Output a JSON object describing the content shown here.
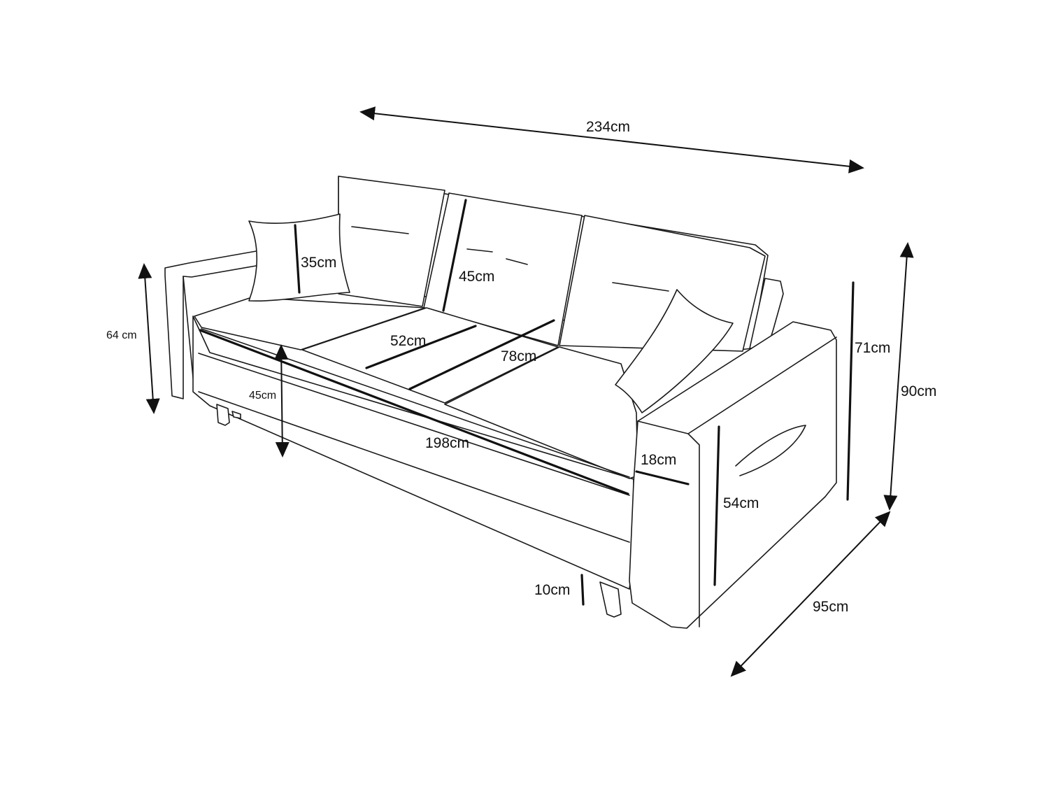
{
  "diagram": {
    "subject": "sofa",
    "dimensions": {
      "overall_width": "234cm",
      "overall_height": "90cm",
      "depth": "95cm",
      "back_height": "71cm",
      "arm_height": "64 cm",
      "seat_height": "45cm",
      "seat_width": "198cm",
      "seat_depth": "52cm",
      "sleeping_depth": "78cm",
      "backrest_height": "45cm",
      "pillow_size": "35cm",
      "arm_width": "18cm",
      "arm_length": "54cm",
      "leg_height": "10cm"
    }
  }
}
